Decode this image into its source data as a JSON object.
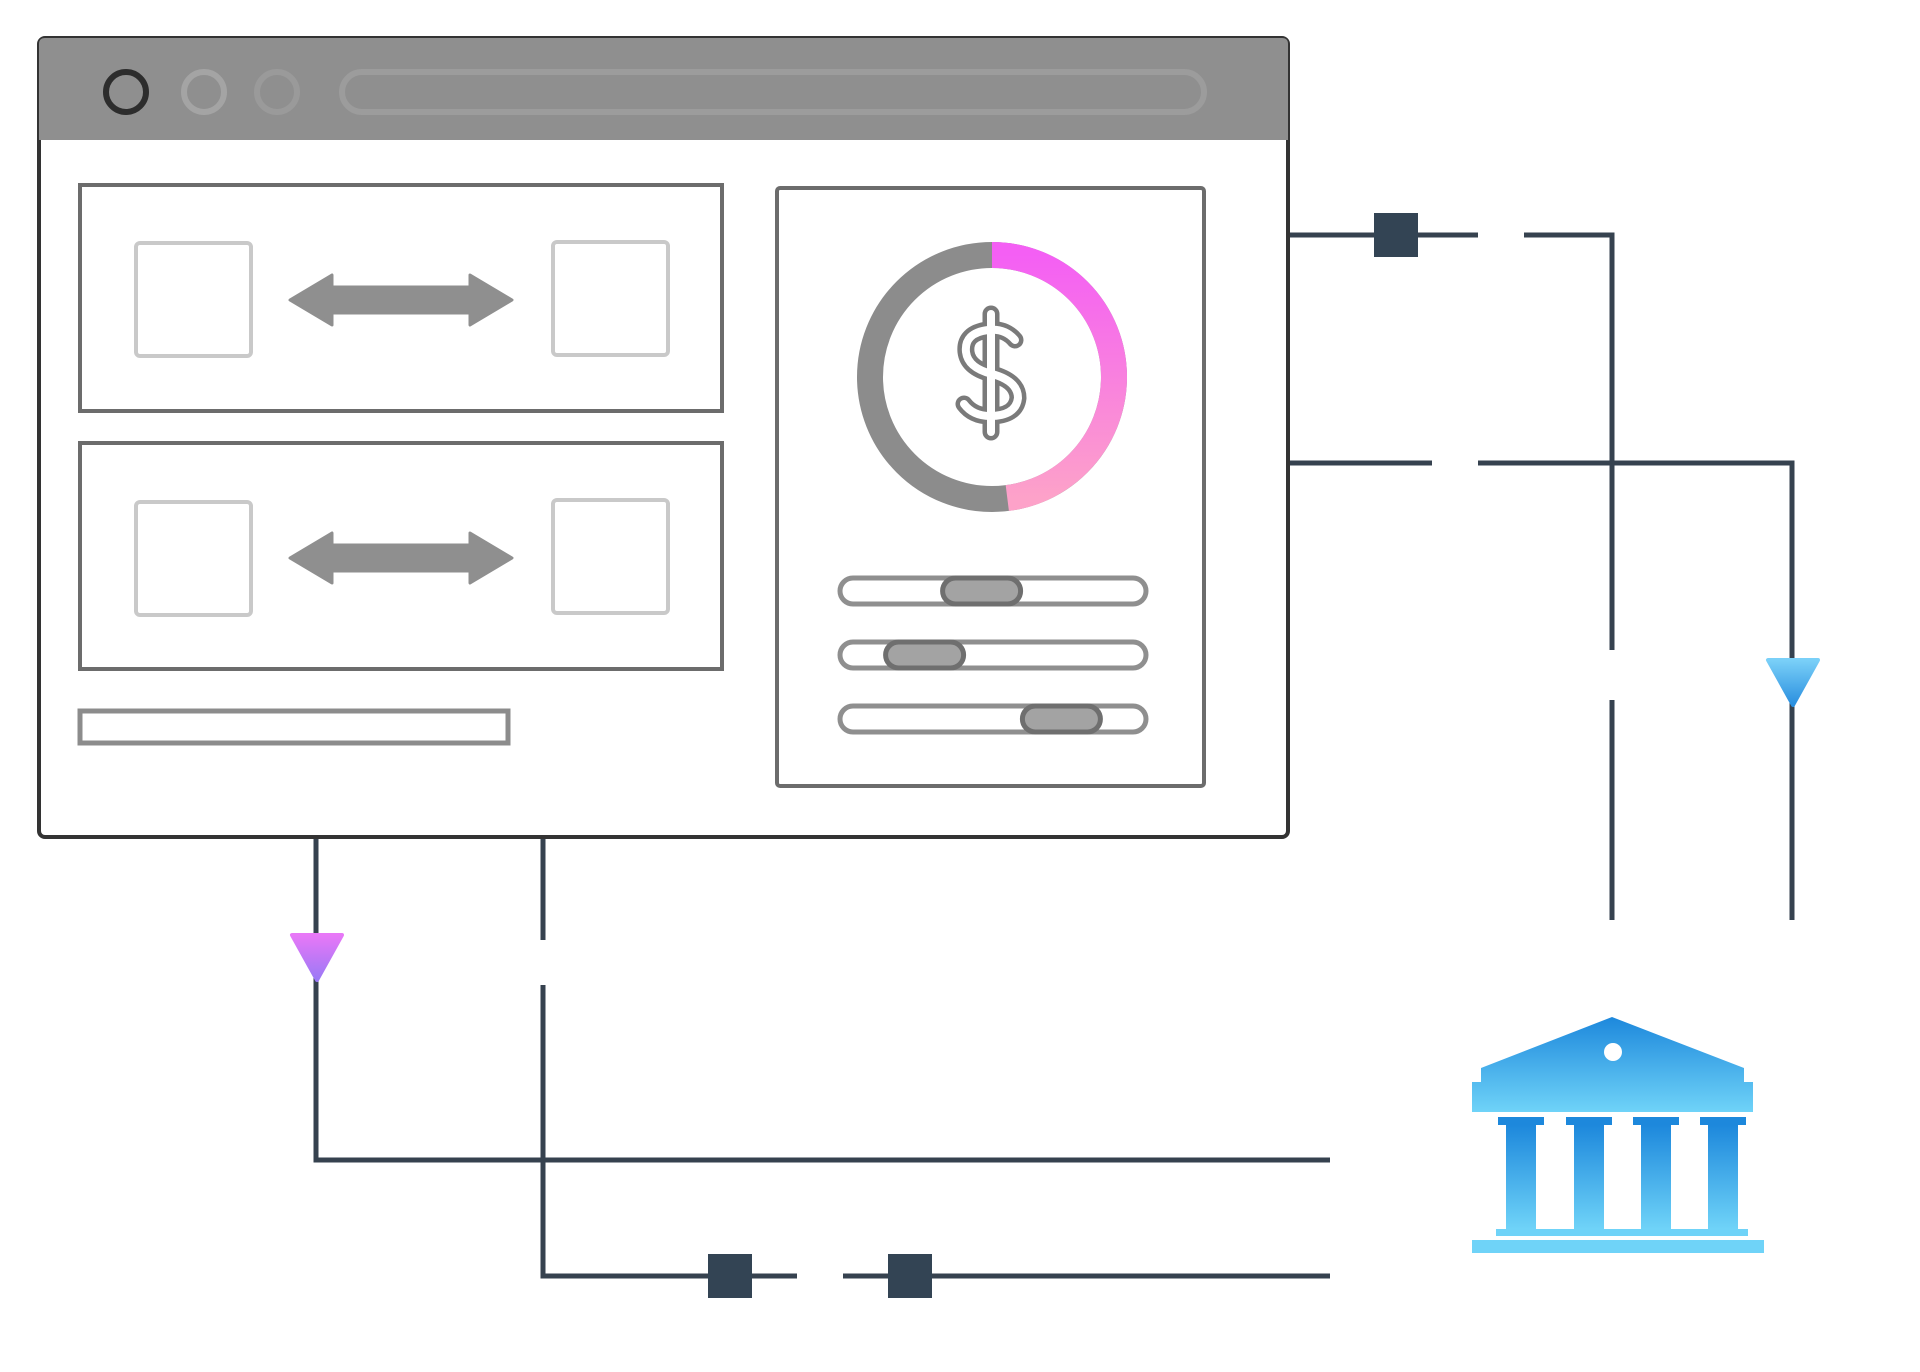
{
  "diagram": {
    "browser_window": {
      "window_controls": [
        "close-control",
        "minimize-control",
        "maximize-control"
      ],
      "address_bar": "",
      "transfer_panels": [
        {
          "left_box": "",
          "arrow": "bidirectional-arrow-icon",
          "right_box": ""
        },
        {
          "left_box": "",
          "arrow": "bidirectional-arrow-icon",
          "right_box": ""
        }
      ],
      "text_placeholder_bar": "",
      "finance_card": {
        "icon": "dollar-icon",
        "donut_fraction_highlighted": 0.48,
        "sliders": [
          {
            "position": 0.45
          },
          {
            "position": 0.2
          },
          {
            "position": 0.8
          }
        ]
      }
    },
    "connectors": {
      "colors": {
        "line": "#36424f",
        "node": "#334454"
      },
      "arrow_gradients": {
        "purple": [
          "#e878f7",
          "#9a79f6"
        ],
        "blue": [
          "#7ad0f8",
          "#2a8fdf"
        ]
      }
    },
    "bank_icon": "bank-icon",
    "colors": {
      "window_border": "#333333",
      "titlebar": "#8f8f8f",
      "panel_border": "#6c6c6c",
      "box_border": "#c9c9c9",
      "arrow": "#8f8f8f",
      "donut_gray": "#8c8c8c",
      "donut_pink_start": "#f45ff4",
      "donut_pink_end": "#fda2c9",
      "bank_top": "#1d88dc",
      "bank_bottom": "#6fd3f8"
    }
  }
}
